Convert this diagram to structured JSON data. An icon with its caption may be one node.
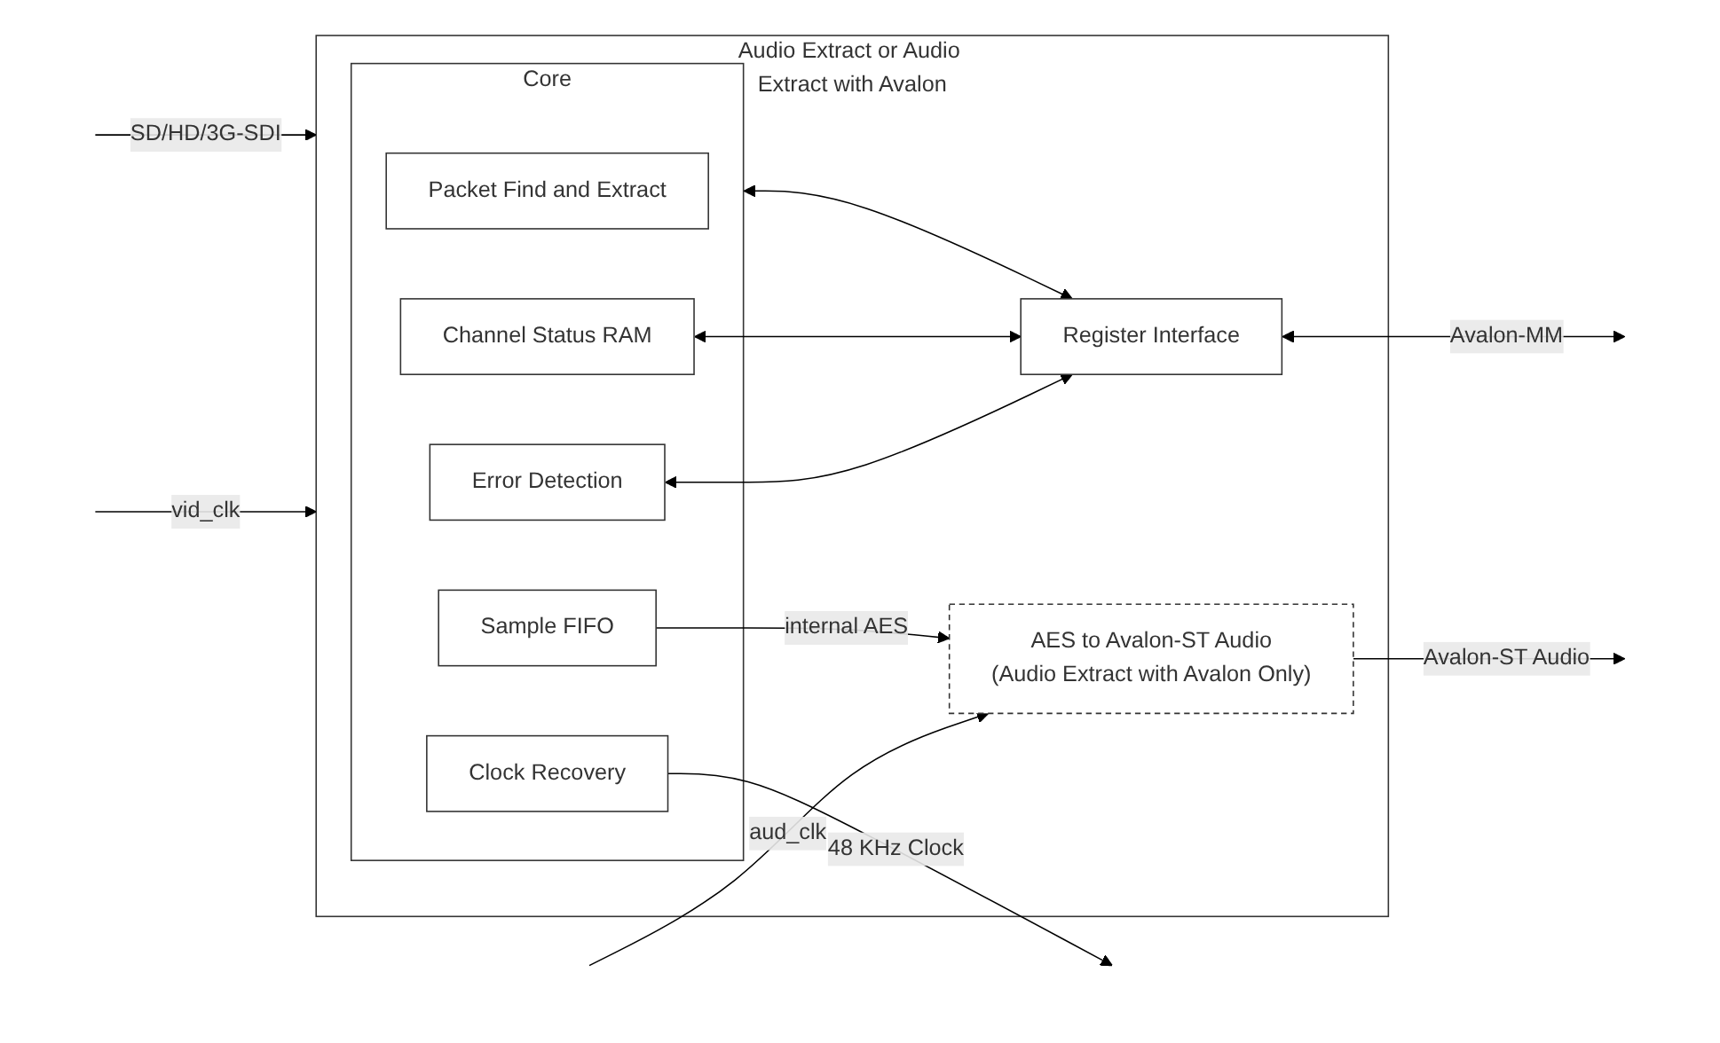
{
  "diagram": {
    "nodes": [
      {
        "text": [
          "Audio Extract or Audio Extract with Avalon"
        ]
      },
      {
        "text": [
          "Core"
        ],
        "in": 0
      },
      {
        "text": [
          "Packet Find and Extract"
        ],
        "in": 1
      },
      {
        "text": [
          "Sample FIFO"
        ],
        "in": 1
      },
      {
        "text": [
          "Clock Recovery"
        ],
        "in": 1
      },
      {
        "text": [
          "Error Detection"
        ],
        "in": 1
      },
      {
        "text": [
          "Channel Status RAM"
        ],
        "in": 1
      },
      {
        "text": [
          "AES to Avalon-ST Audio",
          "(Audio Extract with Avalon Only)"
        ],
        "in": 0
      },
      {
        "text": [
          "Register Interface"
        ],
        "in": 0
      }
    ],
    "edges": [
      {
        "from": null,
        "to": 0,
        "arrow": "to",
        "label": "vid_clk"
      },
      {
        "from": null,
        "to": 0,
        "arrow": "to",
        "label": "SD/HD/3G-SDI"
      },
      {
        "from": null,
        "to": 7,
        "arrow": "to",
        "label": "aud_clk"
      },
      {
        "from": 3,
        "to": 7,
        "arrow": "to",
        "label": "internal AES"
      },
      {
        "from": 7,
        "to": null,
        "arrow": "to",
        "label": "Avalon-ST Audio"
      },
      {
        "from": 4,
        "to": null,
        "arrow": "to",
        "label": "48 KHz Clock"
      },
      {
        "from": 5,
        "to": 8,
        "arrow": "both"
      },
      {
        "from": 1,
        "to": 8,
        "arrow": "both"
      },
      {
        "from": 6,
        "to": 8,
        "arrow": "both"
      },
      {
        "from": 8,
        "to": null,
        "arrow": "both",
        "label": "Avalon-MM"
      }
    ]
  }
}
